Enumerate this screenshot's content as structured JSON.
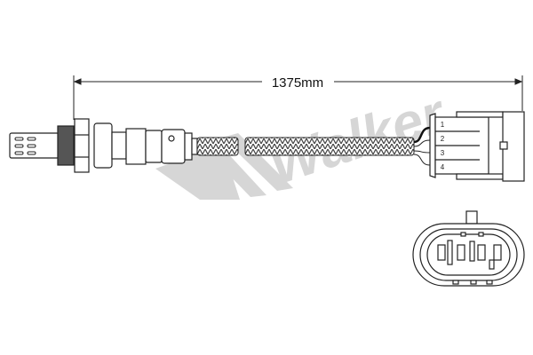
{
  "dimension": {
    "length_label": "1375mm"
  },
  "connector": {
    "pin_labels": [
      "1",
      "2",
      "3",
      "4"
    ]
  },
  "watermark": {
    "brand": "Walker"
  },
  "colors": {
    "line": "#222222",
    "watermark": "#d4d4d4",
    "braid": "#555555"
  }
}
